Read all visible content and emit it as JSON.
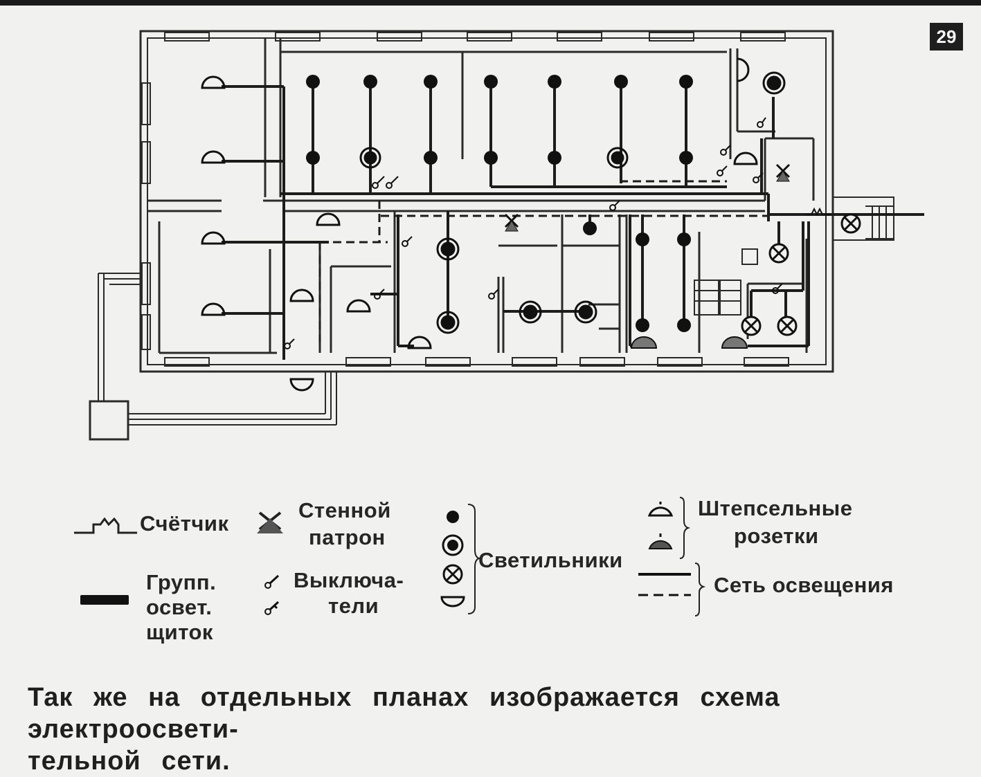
{
  "page_number": "29",
  "legend": {
    "meter": "Счётчик",
    "wall_socket_line1": "Стенной",
    "wall_socket_line2": "патрон",
    "lamps": "Светильники",
    "plug_sockets_line1": "Штепсельные",
    "plug_sockets_line2": "розетки",
    "panel_line1": "Групп.",
    "panel_line2": "освет.",
    "panel_line3": "щиток",
    "switches_line1": "Выключа-",
    "switches_line2": "тели",
    "lighting_network": "Сеть освещения"
  },
  "caption": "Так же на отдельных планах изображается схема электроосветительной сети.",
  "caption_line1": "Так же на отдельных планах изображается схема электроосвети-",
  "caption_line2": "тельной сети.",
  "icons": [
    "meter-icon",
    "wall-socket-icon",
    "lamp-dot-icon",
    "lamp-ring-icon",
    "lamp-cross-icon",
    "lamp-half-icon",
    "socket-open-icon",
    "socket-hatched-icon",
    "panel-icon",
    "switch-icon",
    "solid-line-icon",
    "dashed-line-icon"
  ],
  "colors": {
    "background": "#f1f1ef",
    "ink": "#222222",
    "badge": "#1e1e1e"
  }
}
